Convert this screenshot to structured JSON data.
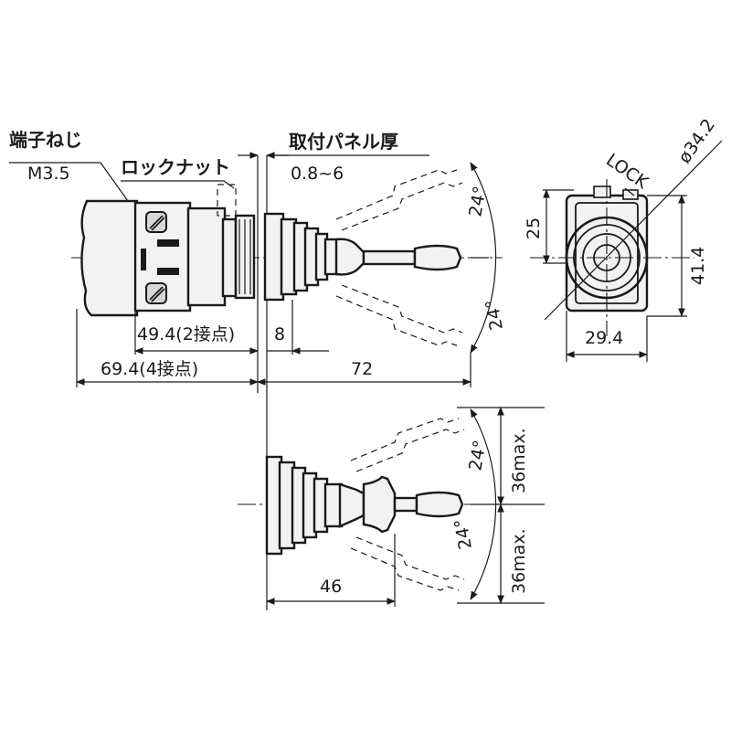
{
  "labels": {
    "terminal_screw": "端子ねじ",
    "terminal_screw_size": "M3.5",
    "lock_nut": "ロックナット",
    "panel_thickness": "取付パネル厚",
    "panel_thickness_range": "0.8~6",
    "lock": "LOCK"
  },
  "dimensions": {
    "angle_upper": "24°",
    "angle_lower": "24°",
    "angle_upper_bottom_view": "24°",
    "angle_lower_bottom_view": "24°",
    "len_2_contact": "49.4(2接点)",
    "len_4_contact": "69.4(4接点)",
    "panel_offset": "8",
    "lever_length": "72",
    "bezel_width": "29.4",
    "height_25": "25",
    "height_41_4": "41.4",
    "diameter": "ø34.2",
    "max_upper": "36max.",
    "max_lower": "36max.",
    "boot_length": "46"
  }
}
